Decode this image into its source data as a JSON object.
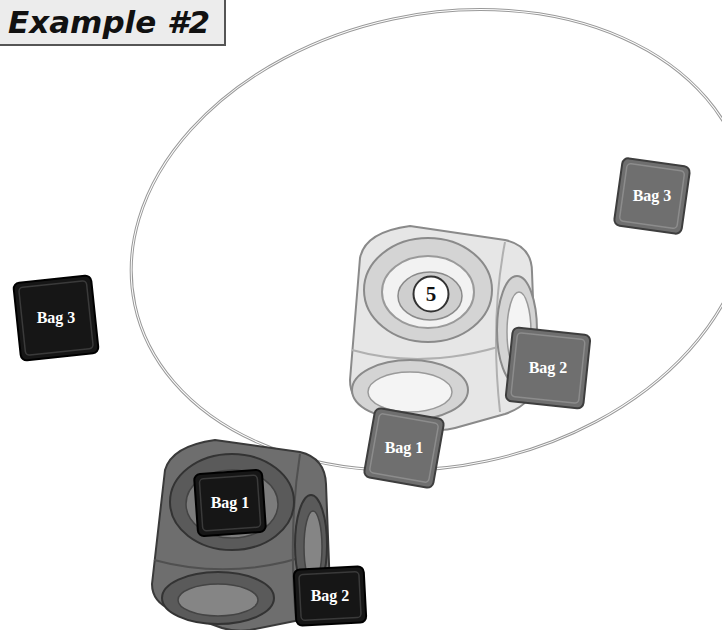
{
  "diagram": {
    "title": "Example #2",
    "nodes": [
      {
        "text": [
          "Bag 3"
        ]
      },
      {
        "text": [
          "5"
        ]
      },
      {
        "text": [
          "Bag 3"
        ]
      },
      {
        "text": [
          "Bag 2"
        ]
      },
      {
        "text": [
          "Bag 1"
        ]
      },
      {
        "text": [
          "Bag 1"
        ]
      },
      {
        "text": [
          "Bag 2"
        ]
      }
    ]
  }
}
